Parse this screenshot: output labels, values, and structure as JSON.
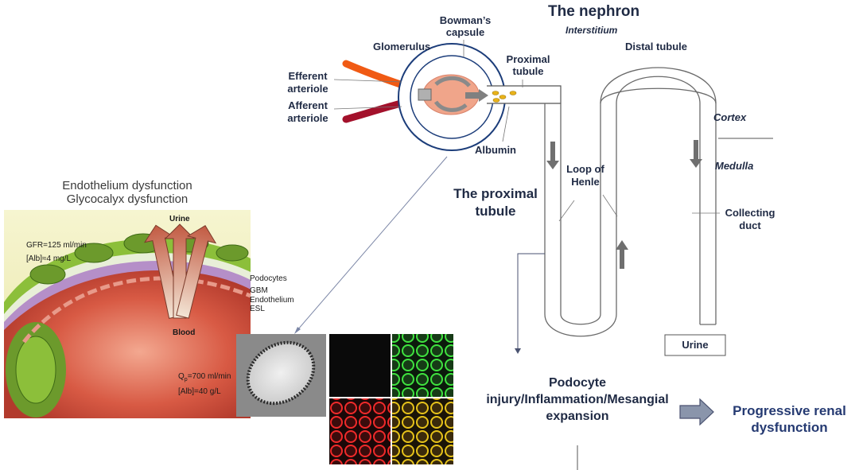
{
  "nephron": {
    "title": "The nephron",
    "interstitium": "Interstitium",
    "bowmans_capsule": "Bowman’s\ncapsule",
    "glomerulus": "Glomerulus",
    "proximal_tubule": "Proximal\ntubule",
    "distal_tubule": "Distal tubule",
    "efferent_arteriole": "Efferent\narteriole",
    "afferent_arteriole": "Afferent\narteriole",
    "albumin": "Albumin",
    "cortex": "Cortex",
    "medulla": "Medulla",
    "loop_of_henle": "Loop of\nHenle",
    "collecting_duct": "Collecting\nduct",
    "urine_box": "Urine",
    "proximal_tubule_heading": "The proximal\ntubule"
  },
  "glomerular_barrier": {
    "heading": "Endothelium dysfunction\nGlycocalyx dysfunction",
    "urine": "Urine",
    "blood": "Blood",
    "gfr": "GFR=125 ml/min",
    "alb_urine": "[Alb]≈4 mg/L",
    "podocytes": "Podocytes",
    "gbm": "GBM",
    "endothelium": "Endothelium",
    "esl": "ESL",
    "qp": "Q",
    "qp_sub": "p",
    "qp_value": "=700 ml/min",
    "alb_blood": "[Alb]=40 g/L"
  },
  "outcomes": {
    "podocyte_injury": "Podocyte\ninjury/Inflammation/Mesangial\nexpansion",
    "progressive": "Progressive renal\ndysfunction"
  },
  "colors": {
    "text": "#1f2a44",
    "efferent": "#f05a14",
    "afferent": "#a3112b",
    "arrow_grey": "#707070",
    "capsule_blue": "#1c3d7a",
    "glomerulus_fill": "#f0a58a",
    "albumin_yellow": "#e8b21a",
    "panel_bg": "#f3f1c4",
    "podocyte_green": "#6c9a2c",
    "blood_red": "#d84a3a",
    "fluor_green": "#2db52d",
    "fluor_red": "#d02020"
  }
}
